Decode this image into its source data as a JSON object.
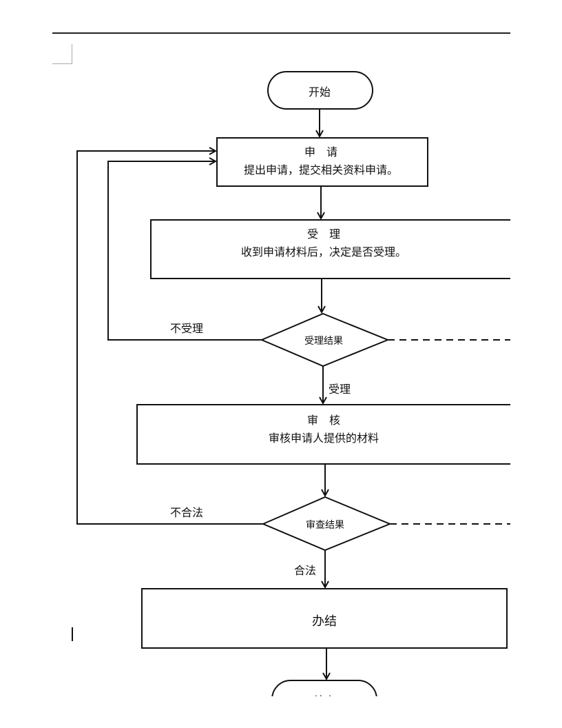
{
  "flowchart": {
    "start": {
      "label": "开始"
    },
    "apply": {
      "title": "申　请",
      "desc": "提出申请，提交相关资料申请。"
    },
    "accept": {
      "title": "受　理",
      "desc": "收到申请材料后，决定是否受理。"
    },
    "accept_decision": {
      "label": "受理结果",
      "no_label": "不受理",
      "yes_label": "受理"
    },
    "review": {
      "title": "审　核",
      "desc": "审核申请人提供的材料"
    },
    "review_decision": {
      "label": "审查结果",
      "no_label": "不合法",
      "yes_label": "合法"
    },
    "complete": {
      "label": "办结"
    },
    "end": {
      "label": "结束"
    }
  }
}
